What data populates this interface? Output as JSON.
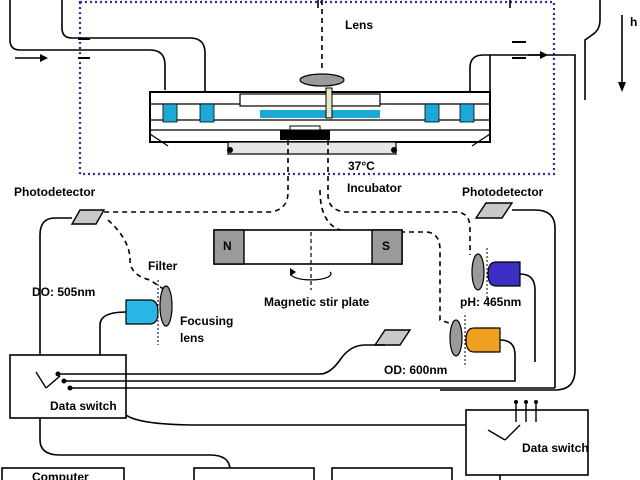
{
  "labels": {
    "lens": "Lens",
    "temperature": "37°C",
    "incubator": "Incubator",
    "photodetector_left": "Photodetector",
    "photodetector_right": "Photodetector",
    "filter": "Filter",
    "do": "DO: 505nm",
    "focusing_lens_1": "Focusing",
    "focusing_lens_2": "lens",
    "magnet_n": "N",
    "magnet_s": "S",
    "stir_plate": "Magnetic stir plate",
    "ph": "pH: 465nm",
    "od": "OD: 600nm",
    "data_switch_left": "Data switch",
    "data_switch_right": "Data switch",
    "computer": "Computer",
    "edge_h": "h"
  },
  "colors": {
    "incubator_border": "#2b2bb0",
    "cyan_led": "#29b6e6",
    "blue_led": "#3a2fc2",
    "orange_led": "#f0a020",
    "chamber_cyan": "#1ea8d8",
    "magnet_grey": "#9a9a9a",
    "device_grey": "#c8c8c8"
  }
}
